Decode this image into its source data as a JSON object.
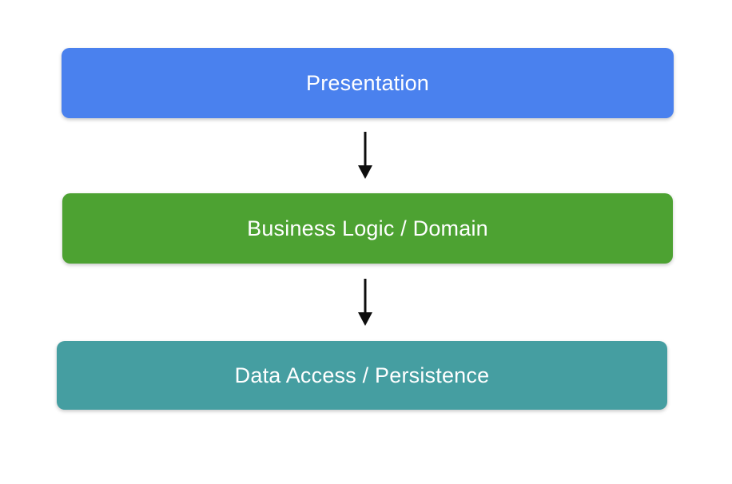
{
  "diagram": {
    "name": "layered-architecture-diagram",
    "background_color": "#ffffff",
    "text_color": "#ffffff",
    "arrow_color": "#0d0d0d",
    "layers": [
      {
        "label": "Presentation",
        "color": "#4a81ee"
      },
      {
        "label": "Business Logic / Domain",
        "color": "#4da232"
      },
      {
        "label": "Data Access / Persistence",
        "color": "#459ea1"
      }
    ],
    "connections": [
      {
        "from": "Presentation",
        "to": "Business Logic / Domain",
        "direction": "down"
      },
      {
        "from": "Business Logic / Domain",
        "to": "Data Access / Persistence",
        "direction": "down"
      }
    ]
  }
}
